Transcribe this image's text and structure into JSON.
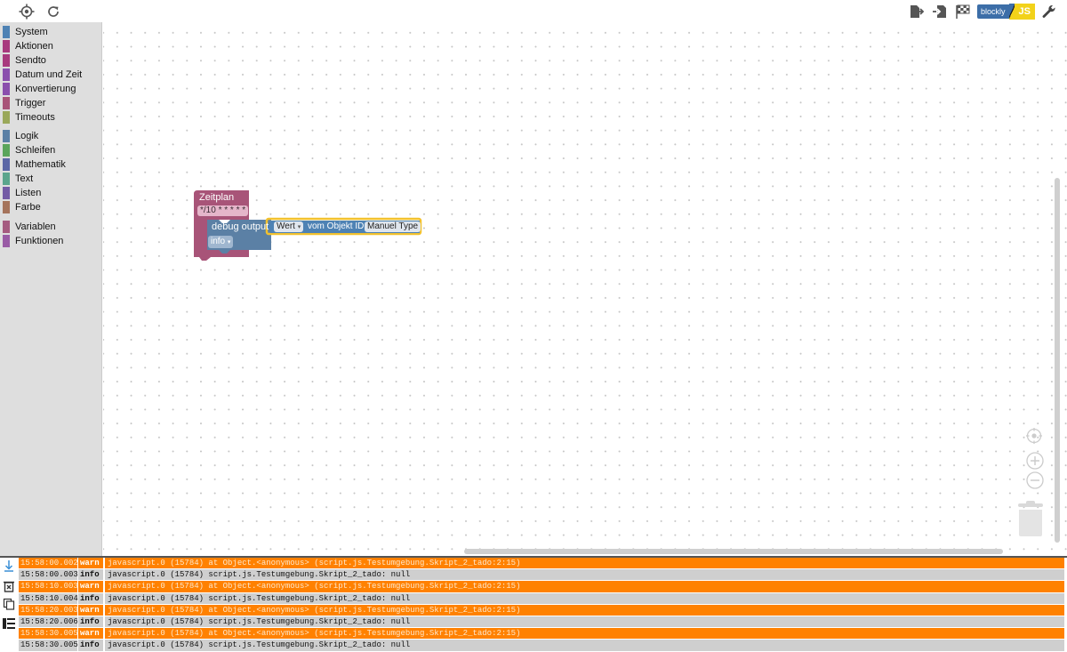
{
  "toolbar": {
    "badge_left": "blockly",
    "badge_right": "JS"
  },
  "categories": [
    {
      "label": "System",
      "color": "#4e82b4"
    },
    {
      "label": "Aktionen",
      "color": "#a83a7e"
    },
    {
      "label": "Sendto",
      "color": "#a83a7e"
    },
    {
      "label": "Datum und Zeit",
      "color": "#8a4fad"
    },
    {
      "label": "Konvertierung",
      "color": "#8a4fad"
    },
    {
      "label": "Trigger",
      "color": "#a85478"
    },
    {
      "label": "Timeouts",
      "color": "#9aa85a"
    },
    {
      "label": "Logik",
      "color": "#5b80a5"
    },
    {
      "label": "Schleifen",
      "color": "#5ba55b"
    },
    {
      "label": "Mathematik",
      "color": "#5b67a5"
    },
    {
      "label": "Text",
      "color": "#5ba58c"
    },
    {
      "label": "Listen",
      "color": "#745ba5"
    },
    {
      "label": "Farbe",
      "color": "#a5745b"
    },
    {
      "label": "Variablen",
      "color": "#a55b80"
    },
    {
      "label": "Funktionen",
      "color": "#995ba5"
    }
  ],
  "blocks": {
    "schedule": {
      "label": "Zeitplan",
      "cron": "*/10 * * * * *",
      "color": "#a85478"
    },
    "debug": {
      "label": "debug output",
      "level": "info",
      "color": "#5b80a5"
    },
    "get_value": {
      "attr": "Wert",
      "middle": "vom Objekt ID",
      "object": "Manuel Type",
      "color": "#4e82b4",
      "highlight": "#f2c12e"
    }
  },
  "log": {
    "rows": [
      {
        "time": "15:58:00.002",
        "severity": "warn",
        "message": "javascript.0 (15784) at Object.<anonymous> (script.js.Testumgebung.Skript_2_tado:2:15)"
      },
      {
        "time": "15:58:00.003",
        "severity": "info",
        "message": "javascript.0 (15784) script.js.Testumgebung.Skript_2_tado: null"
      },
      {
        "time": "15:58:10.003",
        "severity": "warn",
        "message": "javascript.0 (15784) at Object.<anonymous> (script.js.Testumgebung.Skript_2_tado:2:15)"
      },
      {
        "time": "15:58:10.004",
        "severity": "info",
        "message": "javascript.0 (15784) script.js.Testumgebung.Skript_2_tado: null"
      },
      {
        "time": "15:58:20.003",
        "severity": "warn",
        "message": "javascript.0 (15784) at Object.<anonymous> (script.js.Testumgebung.Skript_2_tado:2:15)"
      },
      {
        "time": "15:58:20.006",
        "severity": "info",
        "message": "javascript.0 (15784) script.js.Testumgebung.Skript_2_tado: null"
      },
      {
        "time": "15:58:30.005",
        "severity": "warn",
        "message": "javascript.0 (15784) at Object.<anonymous> (script.js.Testumgebung.Skript_2_tado:2:15)"
      },
      {
        "time": "15:58:30.005",
        "severity": "info",
        "message": "javascript.0 (15784) script.js.Testumgebung.Skript_2_tado: null"
      }
    ]
  }
}
